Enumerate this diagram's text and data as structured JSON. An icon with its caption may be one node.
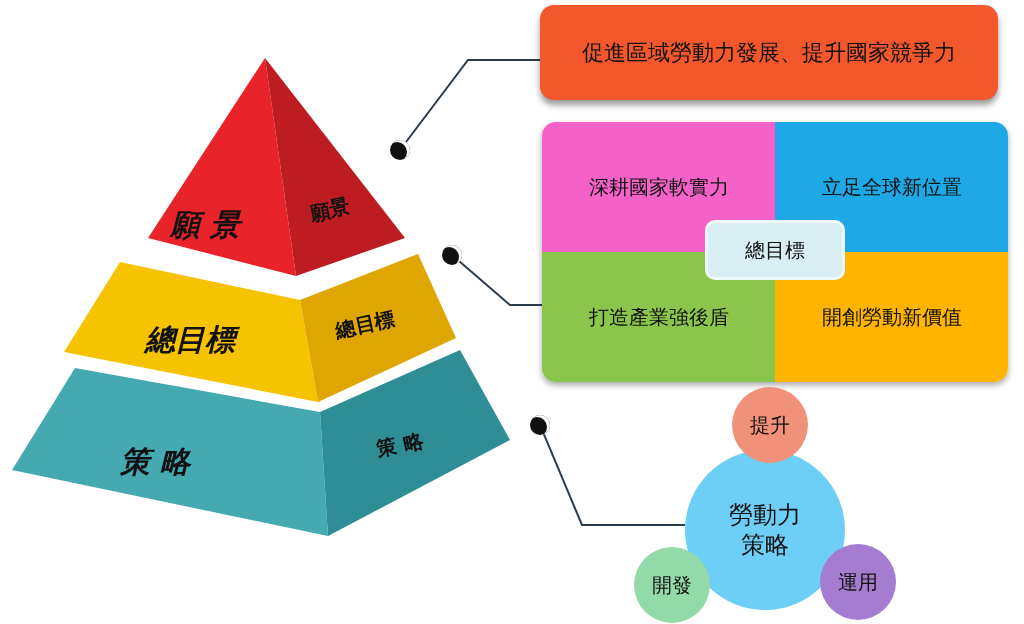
{
  "diagram": {
    "nodes": [
      {
        "text": [
          "願 景",
          "願景"
        ]
      },
      {
        "text": [
          "總目標",
          "總目標"
        ]
      },
      {
        "text": [
          "策 略",
          "策 略"
        ]
      },
      {
        "text": [
          "促進區域勞動力發展、提升國家競爭力"
        ]
      },
      {
        "text": [],
        "shape": "box"
      },
      {
        "text": [
          "深耕國家軟實力"
        ],
        "in": 4
      },
      {
        "text": [
          "立足全球新位置"
        ],
        "in": 4
      },
      {
        "text": [
          "打造產業強後盾"
        ],
        "in": 4
      },
      {
        "text": [
          "開創勞動新價值"
        ],
        "in": 4
      },
      {
        "text": [
          "總目標"
        ],
        "in": 4
      },
      {
        "text": [
          "提升"
        ]
      },
      {
        "text": [
          "勞動力策略"
        ]
      },
      {
        "text": [
          "開發"
        ]
      },
      {
        "text": [
          "運用"
        ]
      },
      {
        "text": [],
        "shape": "circle"
      },
      {
        "text": [],
        "shape": "circle"
      },
      {
        "text": [],
        "shape": "circle"
      }
    ],
    "edges": [
      {
        "from": 14,
        "to": 3,
        "arrow": "none"
      },
      {
        "from": 15,
        "to": 4,
        "arrow": "none"
      },
      {
        "from": 16,
        "to": 11,
        "arrow": "none"
      }
    ]
  }
}
